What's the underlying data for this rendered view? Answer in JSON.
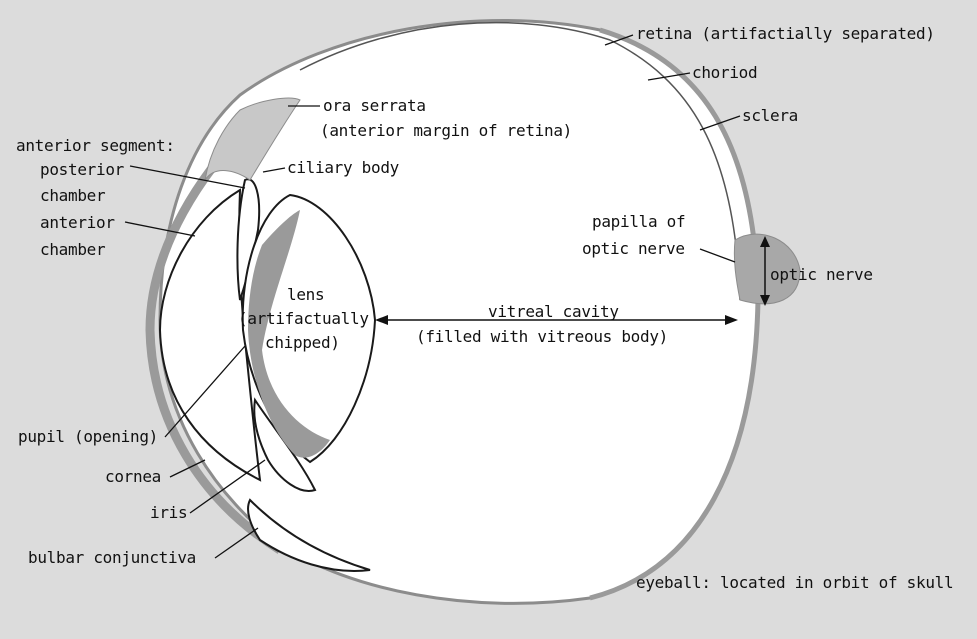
{
  "labels": {
    "retina": "retina (artifactially separated)",
    "choroid": "choriod",
    "sclera": "sclera",
    "ora_serrata_1": "ora serrata",
    "ora_serrata_2": "(anterior margin of retina)",
    "anterior_segment": "anterior segment:",
    "posterior_chamber_1": "posterior",
    "posterior_chamber_2": "chamber",
    "anterior_chamber_1": "anterior",
    "anterior_chamber_2": "chamber",
    "ciliary_body": "ciliary body",
    "papilla_1": "papilla of",
    "papilla_2": "optic nerve",
    "optic_nerve": "optic nerve",
    "lens_1": "lens",
    "lens_2": "(artifactually",
    "lens_3": "chipped)",
    "vitreal_1": "vitreal cavity",
    "vitreal_2": "(filled with vitreous body)",
    "pupil": "pupil (opening)",
    "cornea": "cornea",
    "iris": "iris",
    "bulbar_conjunctiva": "bulbar conjunctiva",
    "caption": "eyeball: located in orbit of skull"
  },
  "colors": {
    "background": "#dcdcdc",
    "eyeball_fill": "#ffffff",
    "tissue_gray": "#9a9a9a",
    "outline": "#1a1a1a",
    "leader": "#111111"
  }
}
